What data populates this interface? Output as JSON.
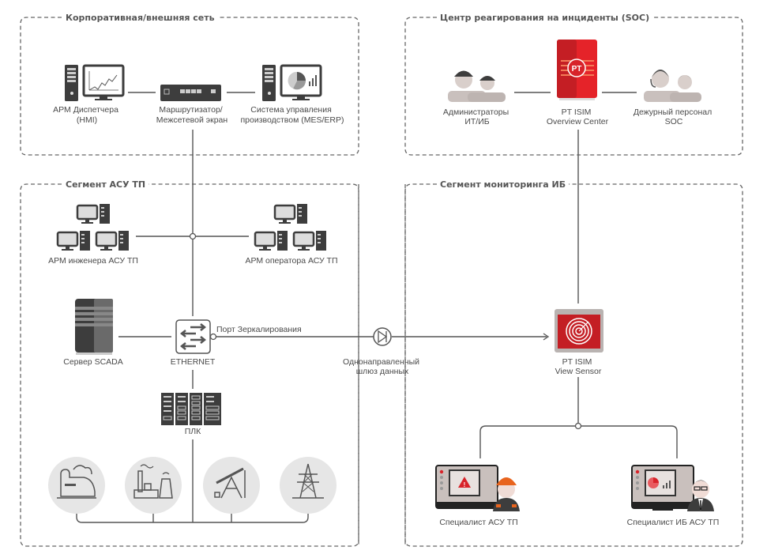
{
  "zones": {
    "corporate": "Корпоративная/внешняя сеть",
    "soc": "Центр реагирования на инциденты (SOC)",
    "ics": "Сегмент АСУ ТП",
    "monitoring": "Сегмент мониторинга ИБ"
  },
  "corporate": {
    "hmi": [
      "АРМ Диспетчера",
      "(HMI)"
    ],
    "router": [
      "Маршрутизатор/",
      "Межсетевой экран"
    ],
    "mes": [
      "Система управления",
      "производством (MES/ERP)"
    ]
  },
  "soc": {
    "admins": [
      "Администраторы",
      "ИТ/ИБ"
    ],
    "overview_center": [
      "PT ISIM",
      "Overview Center"
    ],
    "duty": [
      "Дежурный персонал",
      "SOC"
    ],
    "logo_text": "PT"
  },
  "ics": {
    "engineer": "АРМ инженера АСУ ТП",
    "operator": "АРМ оператора АСУ ТП",
    "scada": "Сервер SCADA",
    "switch": "ETHERNET",
    "mirror_port": "Порт Зеркалирования",
    "plc": "ПЛК",
    "field_objects": [
      "railway-train",
      "power-plant",
      "oil-pump-jack",
      "power-line-tower"
    ]
  },
  "gateway": [
    "Однонаправленный",
    "шлюз данных"
  ],
  "monitoring": {
    "view_sensor": [
      "PT ISIM",
      "View Sensor"
    ],
    "ics_specialist": "Специалист АСУ ТП",
    "sec_specialist": "Специалист ИБ АСУ ТП"
  },
  "colors": {
    "accent_red": "#d8232a",
    "dark_red": "#b71c22",
    "line": "#555555",
    "icon_dark": "#3d3d3d",
    "icon_bg": "#e6e6e6",
    "helmet_orange": "#e8641e"
  }
}
